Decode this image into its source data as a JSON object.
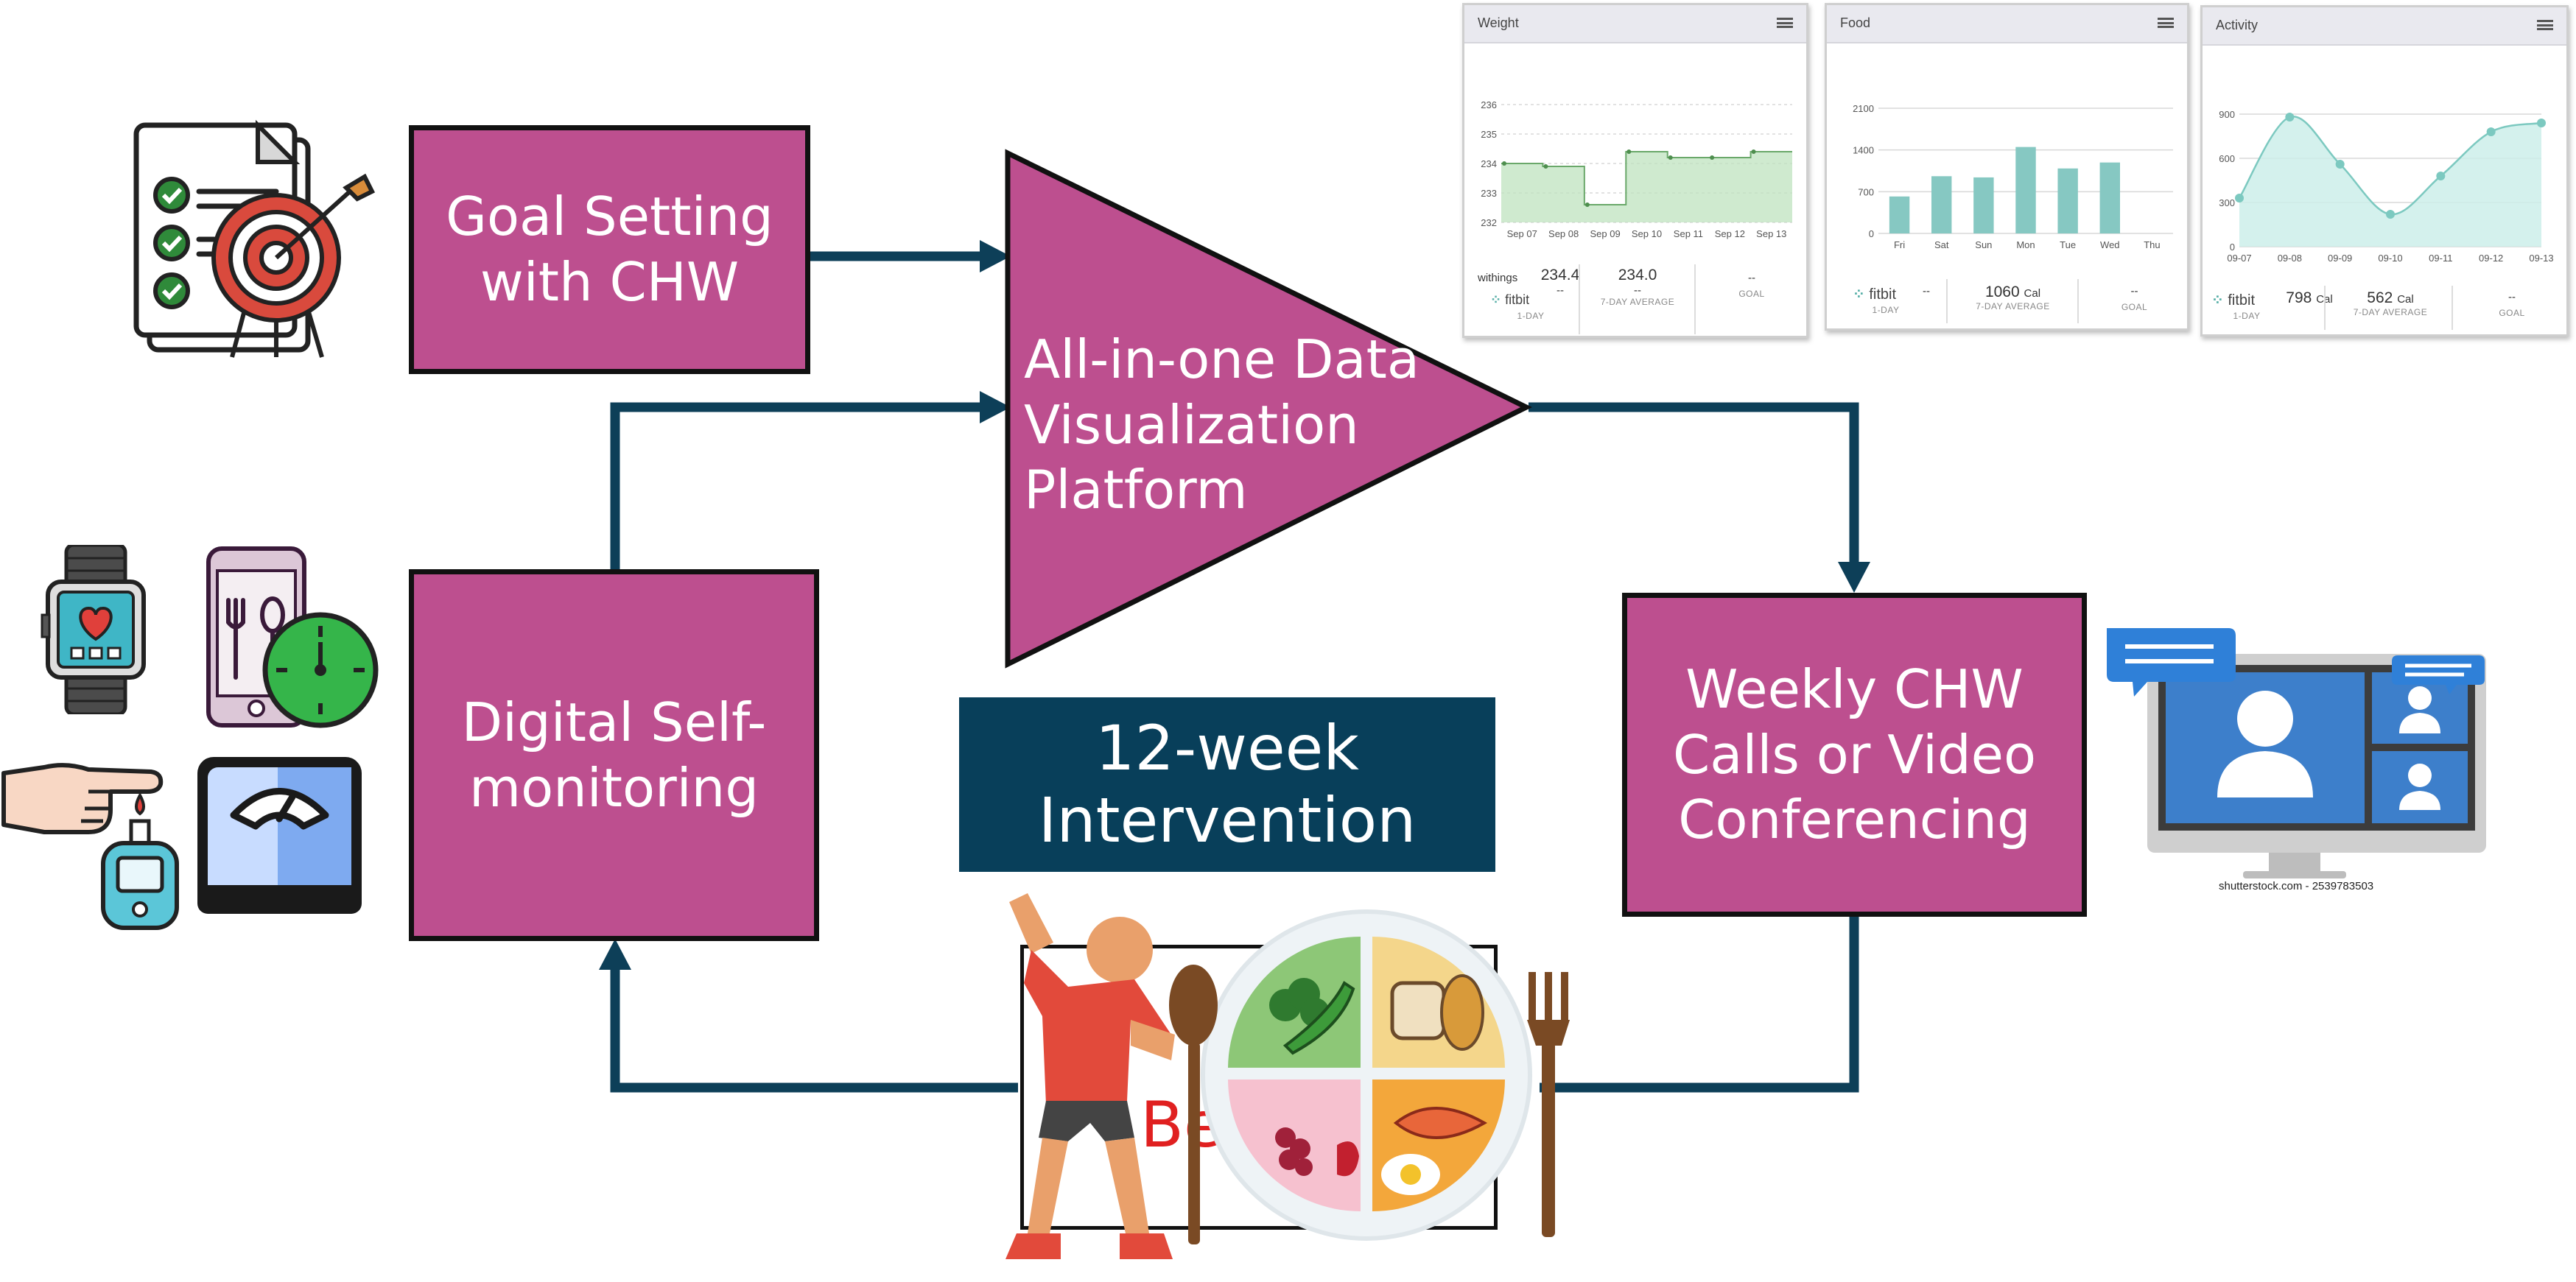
{
  "flow": {
    "goal_setting": [
      "Goal Setting",
      "with CHW"
    ],
    "platform": [
      "All-in-one Data",
      "Visualization",
      "Platform"
    ],
    "self_monitoring": [
      "Digital Self-",
      "monitoring"
    ],
    "weekly_calls": [
      "Weekly CHW",
      "Calls or Video",
      "Conferencing"
    ],
    "intervention": [
      "12-week",
      "Intervention"
    ],
    "partial_red_text": "Be"
  },
  "colors": {
    "box_fill": "#bd4f8f",
    "arrow": "#0d3f58",
    "intervention_bg": "#083f5a",
    "chart_teal": "#86c8c2",
    "weight_green": "#bfe3bf"
  },
  "panels": {
    "weight": {
      "title": "Weight",
      "source_top": "withings",
      "source_bottom": "fitbit",
      "one_day_value": "234.4",
      "one_day_second": "--",
      "one_day_label": "1-DAY",
      "avg_value": "234.0",
      "avg_second": "--",
      "avg_label": "7-DAY AVERAGE",
      "goal_value": "--",
      "goal_label": "GOAL"
    },
    "food": {
      "title": "Food",
      "source": "fitbit",
      "one_day_value": "--",
      "one_day_label": "1-DAY",
      "avg_value": "1060",
      "avg_unit": "Cal",
      "avg_label": "7-DAY AVERAGE",
      "goal_value": "--",
      "goal_label": "GOAL"
    },
    "activity": {
      "title": "Activity",
      "source": "fitbit",
      "one_day_value": "798",
      "one_day_unit": "Cal",
      "one_day_label": "1-DAY",
      "avg_value": "562",
      "avg_unit": "Cal",
      "avg_label": "7-DAY AVERAGE",
      "goal_value": "--",
      "goal_label": "GOAL"
    }
  },
  "chart_data": [
    {
      "type": "area",
      "title": "Weight",
      "categories": [
        "Sep 07",
        "Sep 08",
        "Sep 09",
        "Sep 10",
        "Sep 11",
        "Sep 12",
        "Sep 13"
      ],
      "yticks": [
        "236",
        "235",
        "234",
        "233",
        "232"
      ],
      "ylim": [
        232,
        236
      ],
      "series": [
        {
          "values": [
            234.0,
            233.9,
            232.6,
            234.4,
            234.2,
            234.2,
            234.4
          ]
        }
      ]
    },
    {
      "type": "bar",
      "title": "Food",
      "categories": [
        "Fri",
        "Sat",
        "Sun",
        "Mon",
        "Tue",
        "Wed",
        "Thu"
      ],
      "yticks": [
        "2100",
        "1400",
        "700",
        "0"
      ],
      "ylim": [
        0,
        2100
      ],
      "values": [
        620,
        960,
        940,
        1450,
        1090,
        1190,
        0
      ]
    },
    {
      "type": "area",
      "title": "Activity",
      "categories": [
        "09-07",
        "09-08",
        "09-09",
        "09-10",
        "09-11",
        "09-12",
        "09-13"
      ],
      "yticks": [
        "900",
        "600",
        "300",
        "0"
      ],
      "ylim": [
        0,
        900
      ],
      "series": [
        {
          "values": [
            330,
            880,
            560,
            220,
            480,
            780,
            840
          ]
        }
      ]
    }
  ],
  "credit": "shutterstock.com - 2539783503"
}
